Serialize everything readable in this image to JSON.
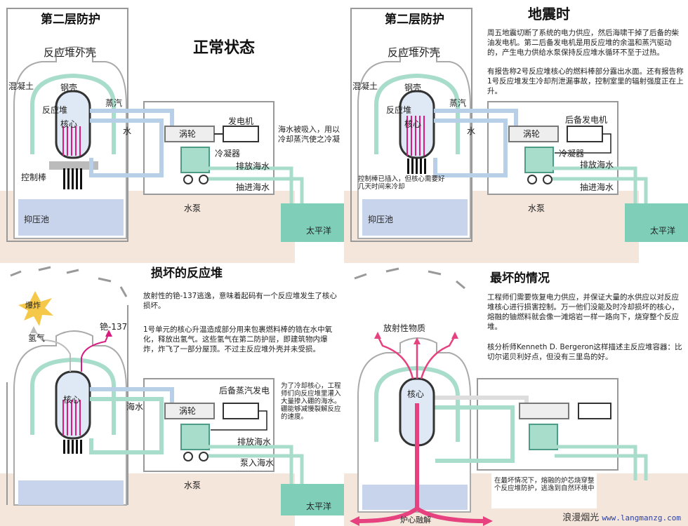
{
  "panels": [
    {
      "title": "正常状态",
      "labels": {
        "layer2": "第二层防护",
        "shell": "反应堆外壳",
        "concrete": "混凝土",
        "steel": "钢壳",
        "reactor": "反应堆",
        "core": "核心",
        "steam": "蒸汽",
        "water": "水",
        "turbine": "涡轮",
        "generator": "发电机",
        "condenser": "冷凝器",
        "seawater_out": "排放海水",
        "seawater_in": "抽进海水",
        "pump": "水泵",
        "rods": "控制棒",
        "pool": "抑压池",
        "ocean": "太平洋",
        "note": "海水被吸入，用以冷却蒸汽使之冷凝"
      }
    },
    {
      "title": "地震时",
      "para1": "周五地震切断了系统的电力供应，然后海啸干掉了后备的柴油发电机。第二后备发电机是用反应堆的余温和蒸汽驱动的，产生电力供给水泵保持反应堆水循环不至于过热。",
      "para2": "有报告称2号反应堆核心的燃料棒部分露出水面。还有报告称1号反应堆发生冷却剂泄漏事故，控制室里的辐射强度正在上升。",
      "labels": {
        "layer2": "第二层防护",
        "shell": "反应堆外壳",
        "concrete": "混凝土",
        "steel": "钢壳",
        "reactor": "反应堆",
        "core": "核心",
        "steam": "蒸汽",
        "water": "水",
        "turbine": "涡轮",
        "generator": "后备发电机",
        "condenser": "冷凝器",
        "seawater_out": "排放海水",
        "seawater_in": "抽进海水",
        "pump": "水泵",
        "rods_note": "控制棒已插入，但核心需要好几天时间来冷却",
        "pool": "抑压池",
        "ocean": "太平洋"
      }
    },
    {
      "title": "损坏的反应堆",
      "para1": "放射性的铯-137逃逸，意味着起码有一个反应堆发生了核心损坏。",
      "para2": "1号单元的核心升温造成部分用来包裹燃料棒的锆在水中氧化，释放出氢气。这些氢气在第二防护层，即建筑物内爆炸，炸飞了一部分屋顶。不过主反应堆外壳并未受损。",
      "labels": {
        "explosion": "爆炸",
        "hydrogen": "氢气",
        "cesium": "铯-137",
        "core": "核心",
        "seawater": "海水",
        "turbine": "涡轮",
        "generator": "后备蒸汽发电",
        "seawater_out": "排放海水",
        "seawater_in": "泵入海水",
        "pump": "水泵",
        "ocean": "太平洋",
        "note": "为了冷却核心，工程师们向反应堆里灌入大量掺入硼的海水。硼能够减慢裂解反应的速度。"
      }
    },
    {
      "title": "最坏的情况",
      "para1": "工程师们需要恢复电力供应，并保证大量的水供应以对反应堆核心进行损害控制。万一他们没能及时冷却损坏的核心，熔融的铀燃料就会像一滩熔岩一样一路向下，烧穿整个反应堆。",
      "para2": "核分析师Kenneth D. Bergeron这样描述主反应堆容器：比切尔诺贝利好点，但没有三里岛的好。",
      "labels": {
        "radioactive": "放射性物质",
        "core": "核心",
        "meltdown": "炉心融解",
        "note": "在最坏情况下，熔融的炉芯烧穿整个反应堆防护，逃逸到自然环境中"
      }
    }
  ],
  "watermark": {
    "cn": "浪漫烟光",
    "url": "www.langmanzg.com"
  },
  "colors": {
    "pipe_blue": "#b8cfe8",
    "pipe_green": "#a8dccb",
    "core_magenta": "#d81b7e",
    "ground": "#f5e6dc",
    "ocean": "#7fcfb8",
    "pool": "#c8d4ec"
  }
}
